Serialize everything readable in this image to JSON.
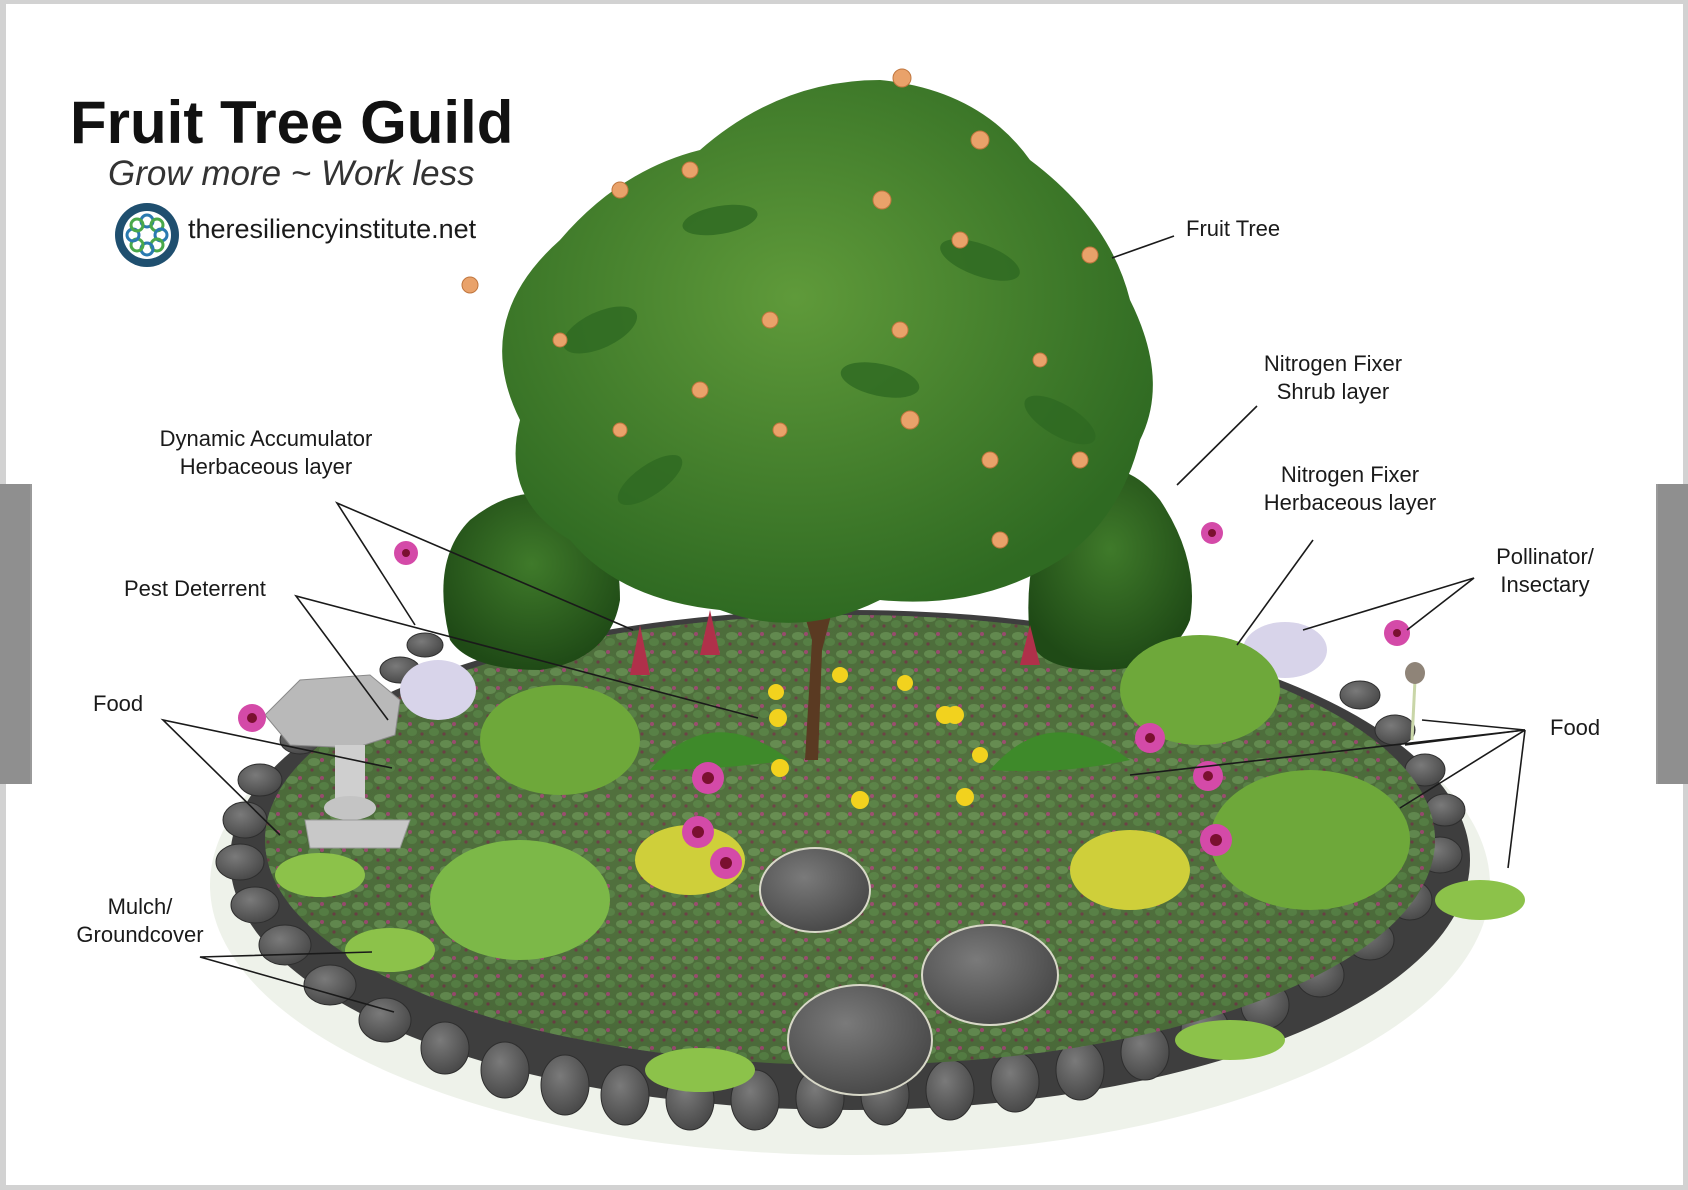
{
  "header": {
    "title": "Fruit Tree Guild",
    "subtitle": "Grow more ~ Work less",
    "logo_icon": "resiliency-institute-logo-icon",
    "url": "theresiliencyinstitute.net"
  },
  "labels": {
    "fruit_tree": "Fruit Tree",
    "nitrogen_fixer_shrub": {
      "line1": "Nitrogen Fixer",
      "line2": "Shrub layer"
    },
    "nitrogen_fixer_herbaceous": {
      "line1": "Nitrogen Fixer",
      "line2": "Herbaceous layer"
    },
    "pollinator": {
      "line1": "Pollinator/",
      "line2": "Insectary"
    },
    "food_right": "Food",
    "dynamic_accumulator": {
      "line1": "Dynamic Accumulator",
      "line2": "Herbaceous layer"
    },
    "pest_deterrent": "Pest Deterrent",
    "food_left": "Food",
    "mulch": {
      "line1": "Mulch/",
      "line2": "Groundcover"
    }
  },
  "colors": {
    "page_bg": "#ffffff",
    "frame": "#d2d2d2",
    "side_tab": "#8f8f8f",
    "text": "#1a1a1a",
    "leaf_dark": "#2f5a1f",
    "leaf_mid": "#4f8a2f",
    "leaf_light": "#8cc24a",
    "fruit": "#e9a26a",
    "coneflower": "#d44aa8",
    "coneflower_center": "#7a1030",
    "yellow_flower": "#f2d21e",
    "stone": "#5c5c5c",
    "birdbath": "#b9b9b9",
    "aster": "#d8d4ea"
  }
}
